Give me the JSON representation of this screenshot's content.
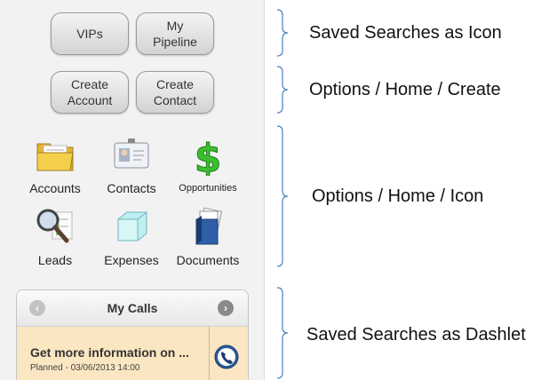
{
  "buttons": {
    "vips": "VIPs",
    "my_pipeline": "My\nPipeline",
    "create_account": "Create\nAccount",
    "create_contact": "Create\nContact"
  },
  "tiles": [
    {
      "label": "Accounts",
      "icon": "folder-icon"
    },
    {
      "label": "Contacts",
      "icon": "contact-card-icon"
    },
    {
      "label": "Opportunities",
      "icon": "dollar-icon"
    },
    {
      "label": "Leads",
      "icon": "magnifier-icon"
    },
    {
      "label": "Expenses",
      "icon": "cube-icon"
    },
    {
      "label": "Documents",
      "icon": "documents-binder-icon"
    }
  ],
  "dashlet": {
    "title": "My Calls",
    "prev_icon": "chevron-left-icon",
    "next_icon": "chevron-right-icon",
    "call": {
      "title": "Get more information on ...",
      "status": "Planned - 03/06/2013 14:00",
      "action_icon": "phone-icon"
    }
  },
  "annotations": {
    "saved_searches_icon": "Saved Searches as Icon",
    "options_home_create": "Options / Home / Create",
    "options_home_icon": "Options / Home / Icon",
    "saved_searches_dashlet": "Saved Searches as Dashlet"
  },
  "colors": {
    "call_row_bg": "#fbe6c2",
    "dollar_green": "#3bbf2f",
    "folder_yellow": "#f3cf4b"
  }
}
